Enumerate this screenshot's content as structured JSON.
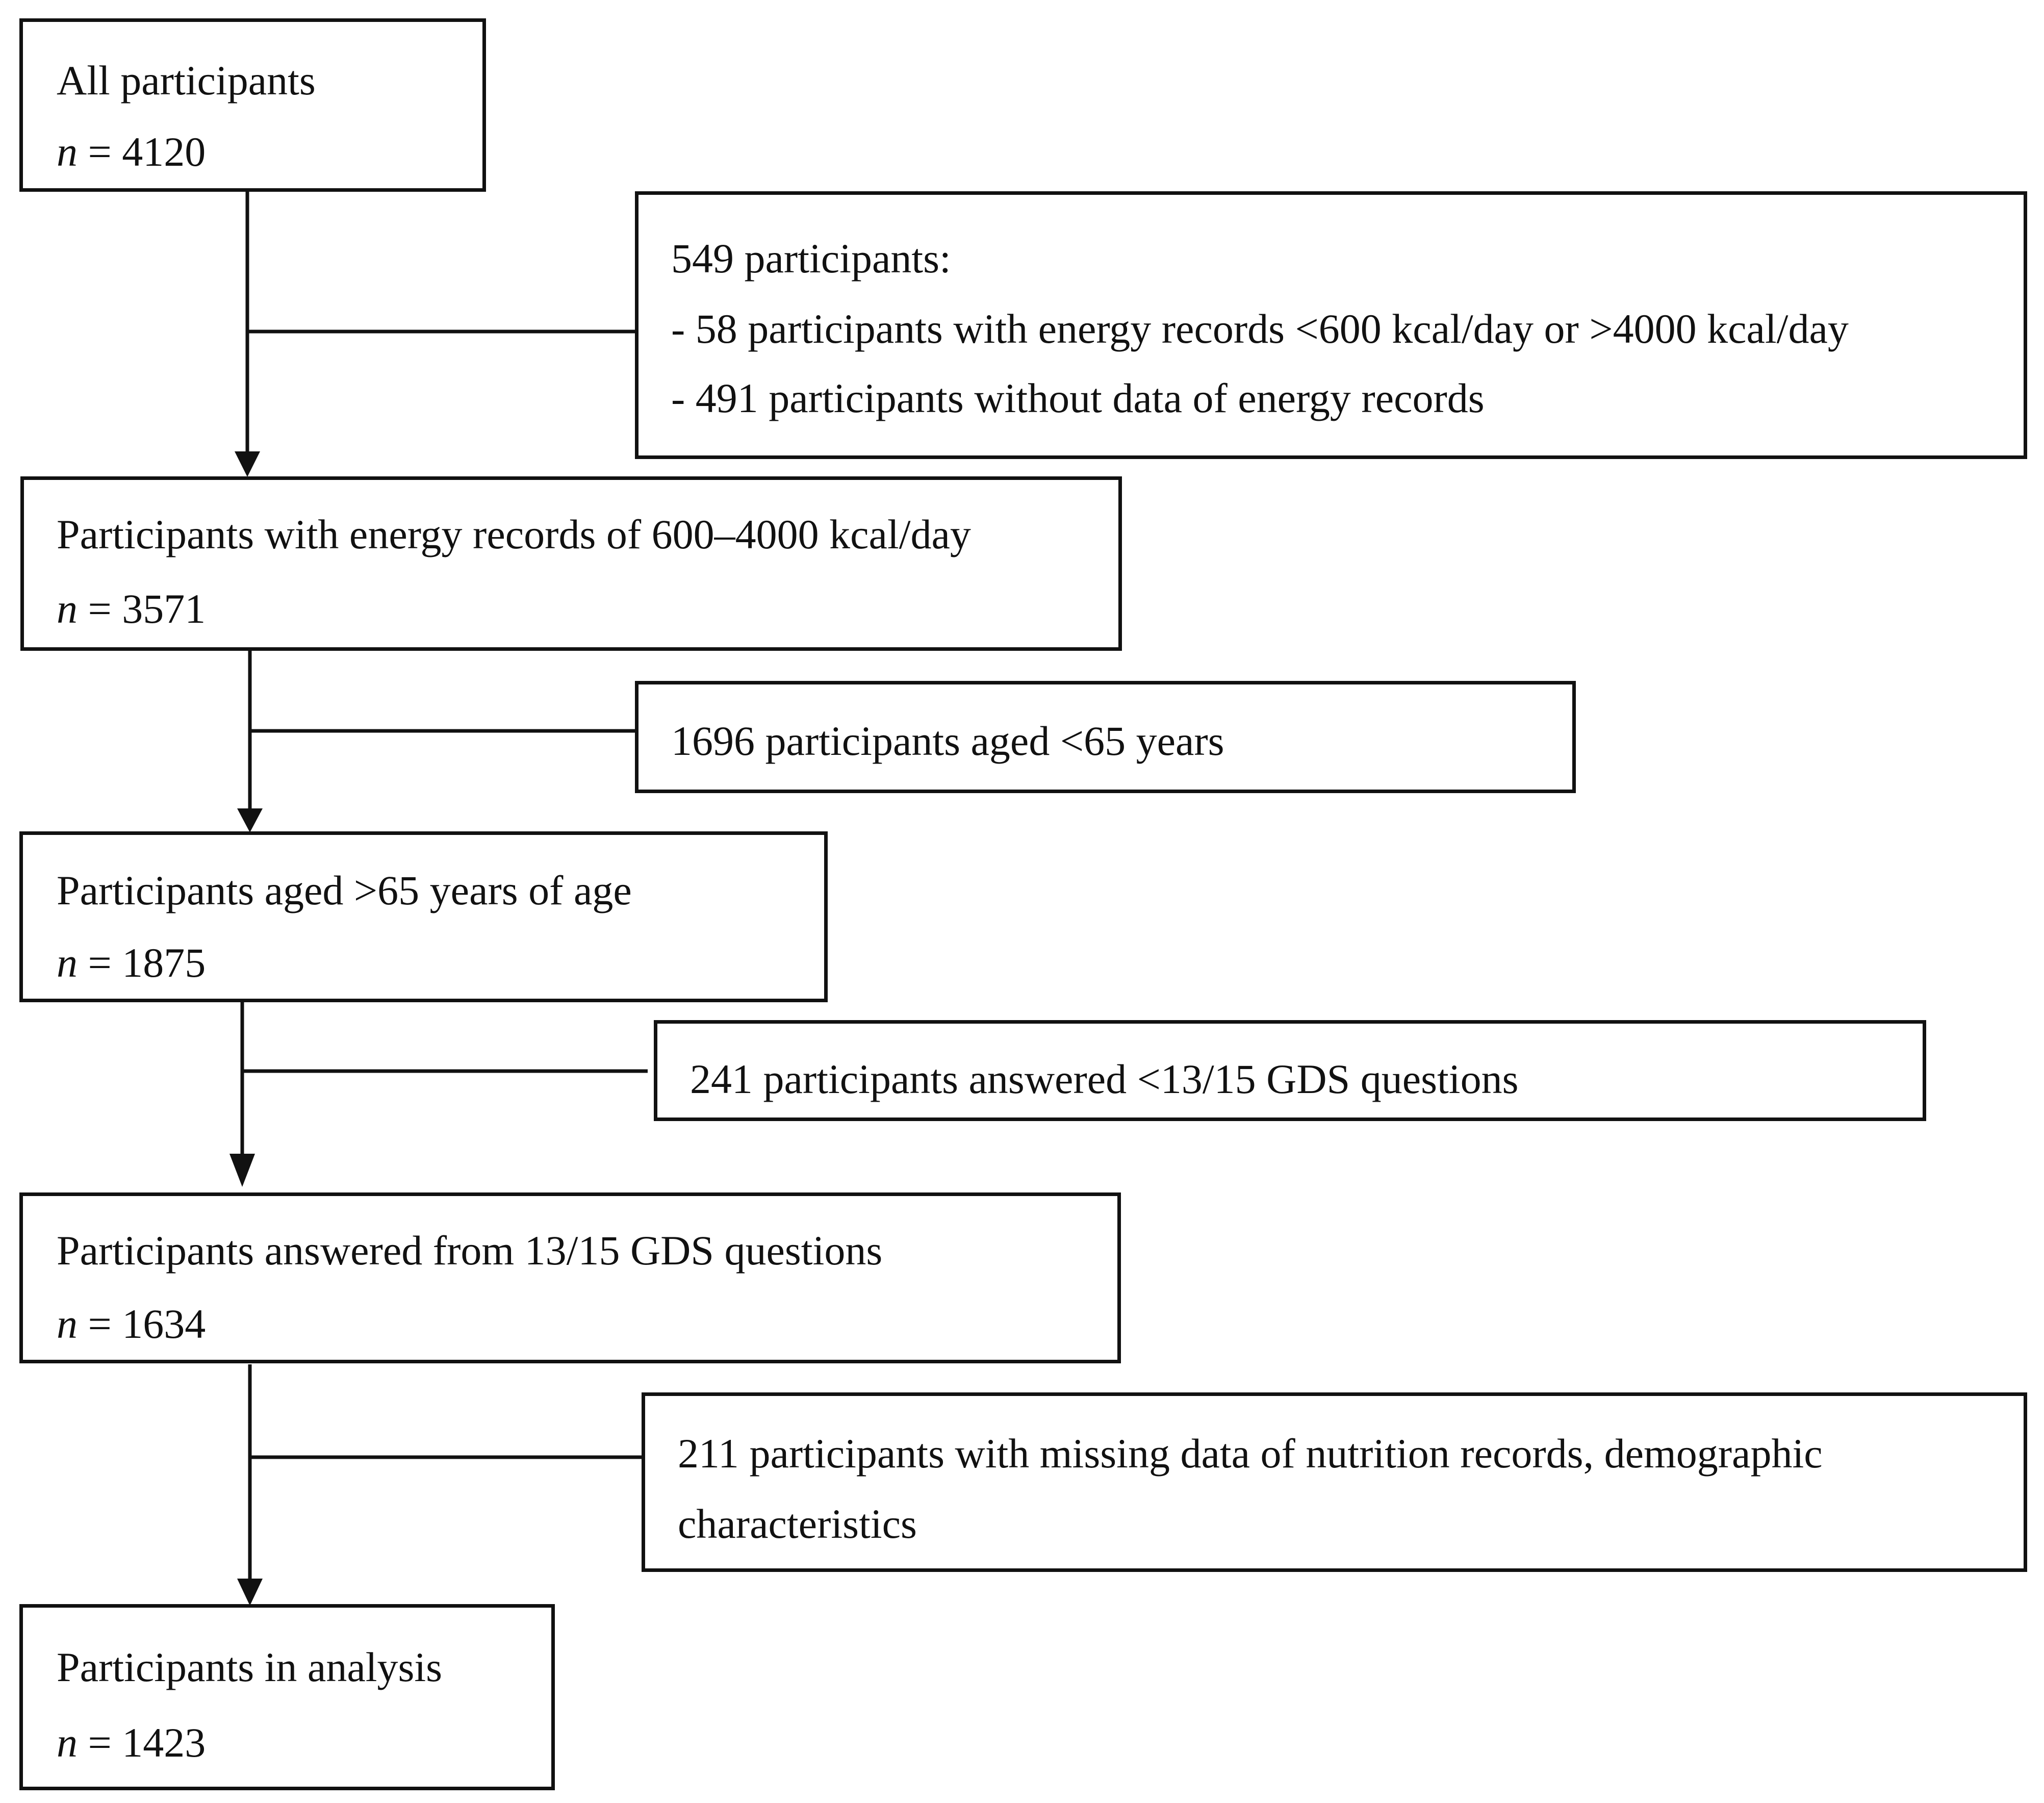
{
  "flow": {
    "step1": {
      "title": "All participants",
      "n_label": "n",
      "n_value": "= 4120"
    },
    "step2": {
      "title": "Participants with energy records of 600–4000 kcal/day",
      "n_label": "n",
      "n_value": "= 3571"
    },
    "step3": {
      "title": "Participants aged >65 years of age",
      "n_label": "n",
      "n_value": "= 1875"
    },
    "step4": {
      "title": "Participants answered from 13/15 GDS questions",
      "n_label": "n",
      "n_value": "= 1634"
    },
    "step5": {
      "title": "Participants in analysis",
      "n_label": "n",
      "n_value": "= 1423"
    }
  },
  "exclusions": {
    "ex1": {
      "header": "549 participants:",
      "items": [
        "- 58 participants with energy records <600 kcal/day or >4000 kcal/day",
        "- 491 participants without data of energy records"
      ]
    },
    "ex2": {
      "text": "1696 participants aged <65 years"
    },
    "ex3": {
      "text": "241 participants answered <13/15 GDS questions"
    },
    "ex4": {
      "lines": [
        "211 participants with missing data of nutrition records, demographic",
        "characteristics"
      ]
    }
  }
}
